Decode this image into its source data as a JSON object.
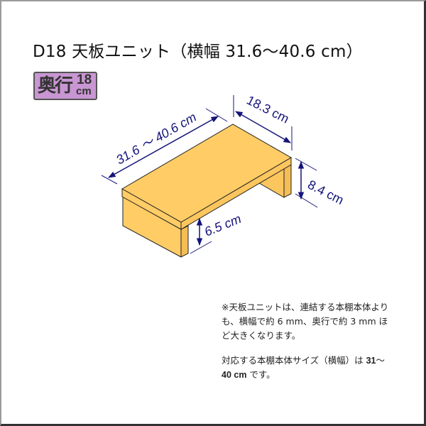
{
  "title": "D18 天板ユニット（横幅 31.6～40.6 cm）",
  "badge": {
    "label": "奥行",
    "value": "18",
    "unit": "cm"
  },
  "dimensions": {
    "width": "31.6 ～ 40.6 cm",
    "depth": "18.3 cm",
    "height": "8.4 cm",
    "clearance": "6.5 cm"
  },
  "notes": {
    "note1_lines": [
      "※天板ユニットは、連結する本棚本体より",
      "も、横幅で約 6 mm、奥行で約 3 mm ほ",
      "ど大きくなります。"
    ],
    "note2_prefix": "対応する本棚本体サイズ（横幅）は ",
    "note2_bold1": "31",
    "note2_mid": "～",
    "note2_bold2": "40 cm",
    "note2_suffix": " です。"
  },
  "colors": {
    "wood": "#ffcc66",
    "wood_side": "#fcc65e",
    "dimension": "#14147a",
    "badge_fill": "#c896d2",
    "badge_border": "#555555"
  }
}
